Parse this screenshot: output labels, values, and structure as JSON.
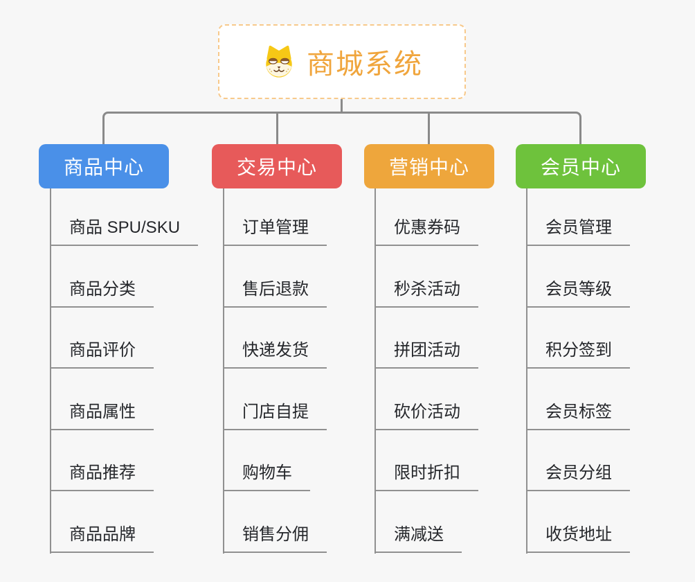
{
  "root": {
    "label": "商城系统",
    "icon": "dog-icon",
    "text_color": "#f0a53c",
    "border_color": "#f7c98b",
    "background": "#ffffff"
  },
  "branches": [
    {
      "label": "商品中心",
      "color": "#4a90e8",
      "items": [
        "商品 SPU/SKU",
        "商品分类",
        "商品评价",
        "商品属性",
        "商品推荐",
        "商品品牌"
      ]
    },
    {
      "label": "交易中心",
      "color": "#e75a5a",
      "items": [
        "订单管理",
        "售后退款",
        "快递发货",
        "门店自提",
        "购物车",
        "销售分佣"
      ]
    },
    {
      "label": "营销中心",
      "color": "#eea63c",
      "items": [
        "优惠券码",
        "秒杀活动",
        "拼团活动",
        "砍价活动",
        "限时折扣",
        "满减送"
      ]
    },
    {
      "label": "会员中心",
      "color": "#6ec23c",
      "items": [
        "会员管理",
        "会员等级",
        "积分签到",
        "会员标签",
        "会员分组",
        "收货地址"
      ]
    }
  ],
  "colors": {
    "background": "#f7f7f7",
    "connector": "#8a8a8a",
    "trunk": "#909090",
    "leaf_text": "#25272b",
    "branch_text": "#ffffff"
  }
}
